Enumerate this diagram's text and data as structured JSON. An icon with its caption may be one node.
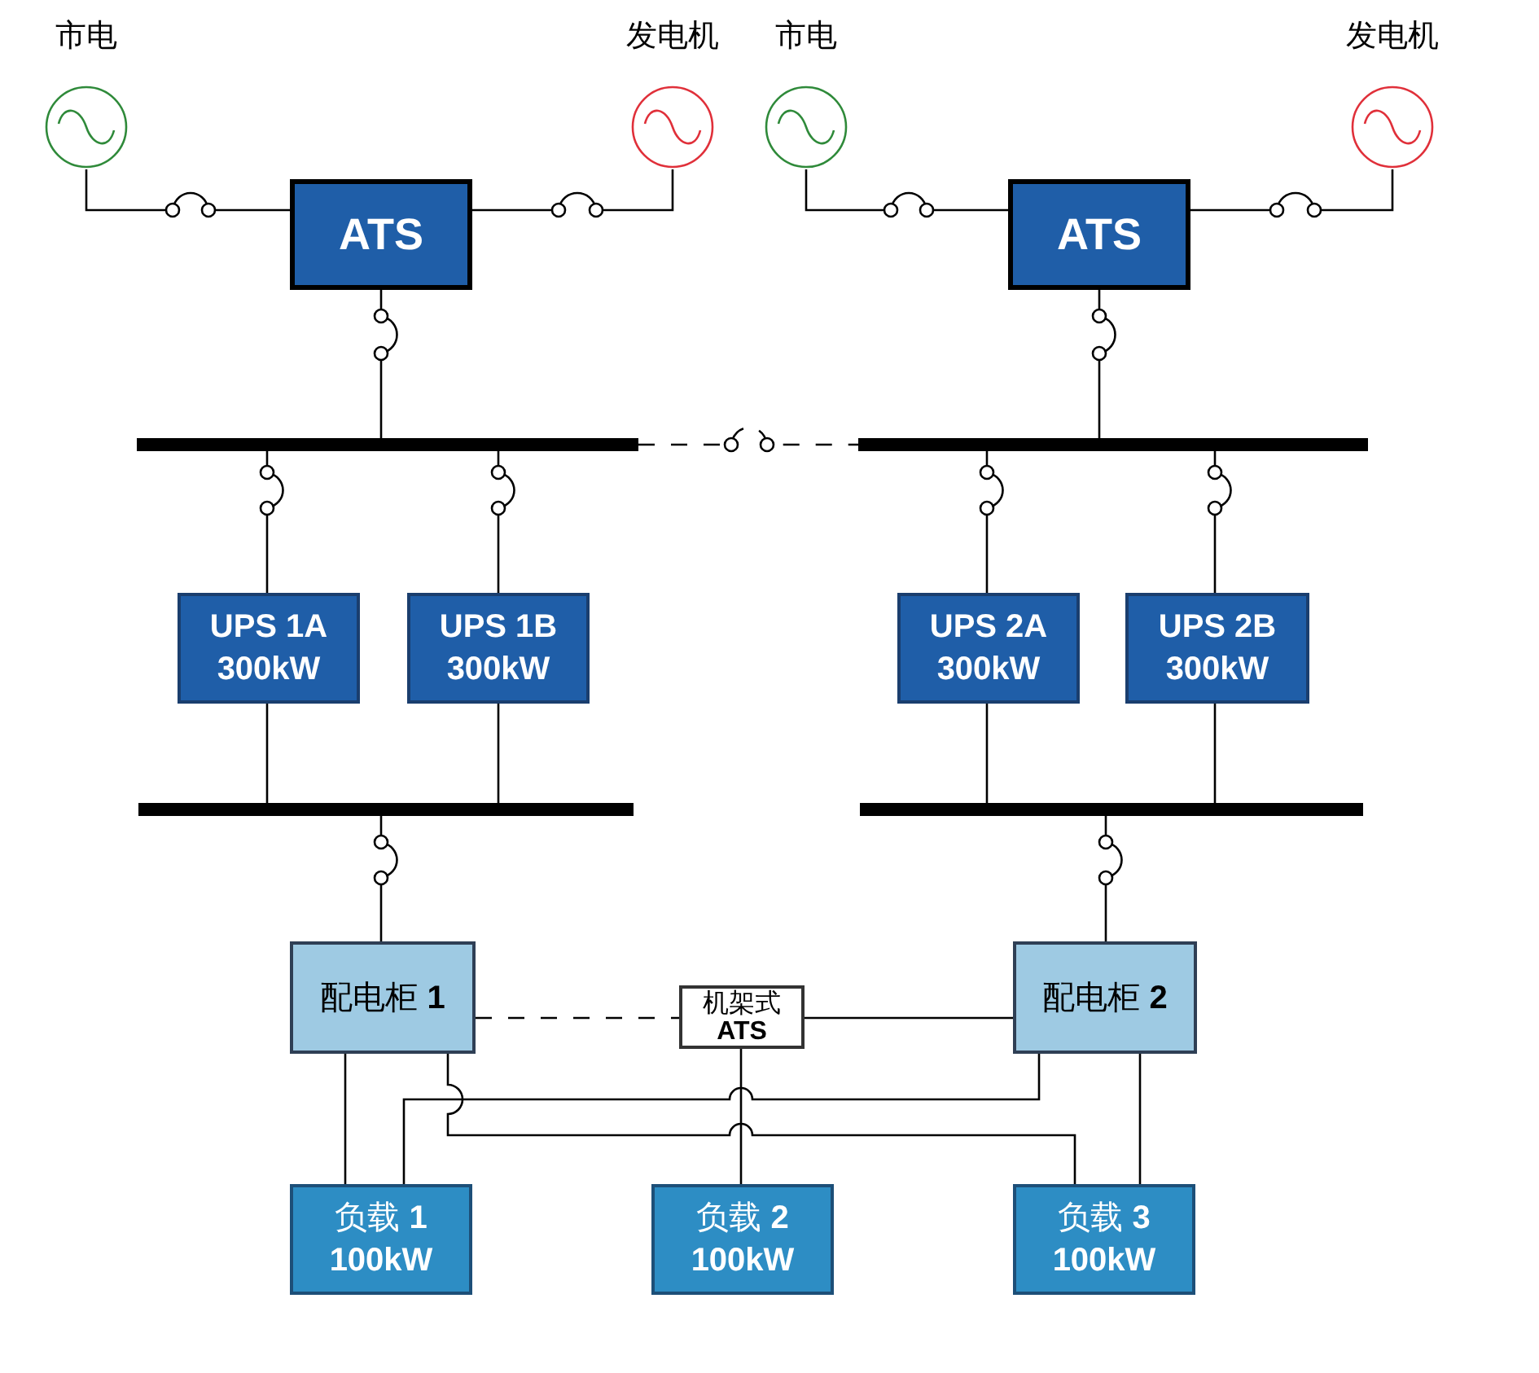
{
  "diagram": {
    "nodes": [
      {
        "text": [
          "市电"
        ]
      },
      {
        "text": [
          "发电机"
        ]
      },
      {
        "text": [
          "ATS"
        ]
      },
      {
        "text": [
          "市电"
        ]
      },
      {
        "text": [
          "发电机"
        ]
      },
      {
        "text": [
          "ATS"
        ]
      },
      {
        "text": [],
        "shape": "bar"
      },
      {
        "text": [],
        "shape": "bar"
      },
      {
        "text": [
          "UPS 1A",
          "300kW"
        ]
      },
      {
        "text": [
          "UPS 1B",
          "300kW"
        ]
      },
      {
        "text": [
          "UPS 2A",
          "300kW"
        ]
      },
      {
        "text": [
          "UPS 2B",
          "300kW"
        ]
      },
      {
        "text": [],
        "shape": "bar"
      },
      {
        "text": [],
        "shape": "bar"
      },
      {
        "text": [
          "配电柜 **1**"
        ]
      },
      {
        "text": [
          "机架式 **ATS**"
        ]
      },
      {
        "text": [
          "配电柜 **2**"
        ]
      },
      {
        "text": [
          "负载 **1**",
          "100kW"
        ]
      },
      {
        "text": [
          "负载 **2**",
          "100kW"
        ]
      },
      {
        "text": [
          "负载 **3**",
          "100kW"
        ]
      }
    ],
    "edges": [
      {
        "from": 0,
        "to": 2,
        "arrow": "none"
      },
      {
        "from": 1,
        "to": 2,
        "arrow": "none"
      },
      {
        "from": 3,
        "to": 5,
        "arrow": "none"
      },
      {
        "from": 4,
        "to": 5,
        "arrow": "none"
      },
      {
        "from": 2,
        "to": 6,
        "arrow": "none"
      },
      {
        "from": 5,
        "to": 7,
        "arrow": "none"
      },
      {
        "from": 6,
        "to": 7,
        "arrow": "none",
        "style": "dashed"
      },
      {
        "from": 6,
        "to": 8,
        "arrow": "none"
      },
      {
        "from": 6,
        "to": 9,
        "arrow": "none"
      },
      {
        "from": 7,
        "to": 10,
        "arrow": "none"
      },
      {
        "from": 7,
        "to": 11,
        "arrow": "none"
      },
      {
        "from": 8,
        "to": 12,
        "arrow": "none"
      },
      {
        "from": 9,
        "to": 12,
        "arrow": "none"
      },
      {
        "from": 10,
        "to": 13,
        "arrow": "none"
      },
      {
        "from": 11,
        "to": 13,
        "arrow": "none"
      },
      {
        "from": 12,
        "to": 14,
        "arrow": "none"
      },
      {
        "from": 13,
        "to": 16,
        "arrow": "none"
      },
      {
        "from": 14,
        "to": 15,
        "arrow": "none",
        "style": "dashed"
      },
      {
        "from": 15,
        "to": 16,
        "arrow": "none"
      },
      {
        "from": 14,
        "to": 17,
        "arrow": "none"
      },
      {
        "from": 14,
        "to": 19,
        "arrow": "none"
      },
      {
        "from": 16,
        "to": 17,
        "arrow": "none"
      },
      {
        "from": 15,
        "to": 18,
        "arrow": "none"
      },
      {
        "from": 16,
        "to": 19,
        "arrow": "none"
      }
    ]
  }
}
